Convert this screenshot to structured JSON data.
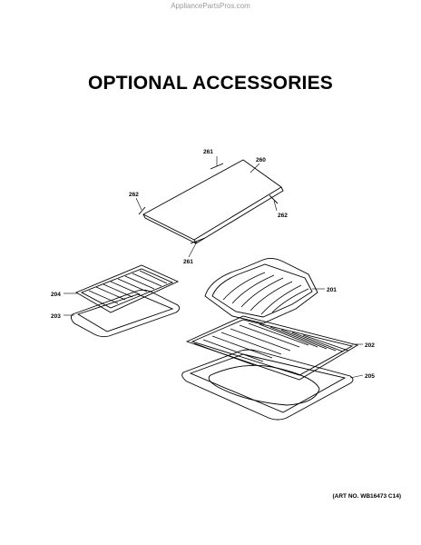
{
  "watermark": "AppliancePartsPros.com",
  "title": "OPTIONAL ACCESSORIES",
  "art_number": "(ART NO. WB16473 C14)",
  "callouts": {
    "c261_top": "261",
    "c260": "260",
    "c262_left": "262",
    "c262_right": "262",
    "c261_bottom": "261",
    "c204": "204",
    "c203": "203",
    "c201": "201",
    "c202": "202",
    "c205": "205"
  }
}
